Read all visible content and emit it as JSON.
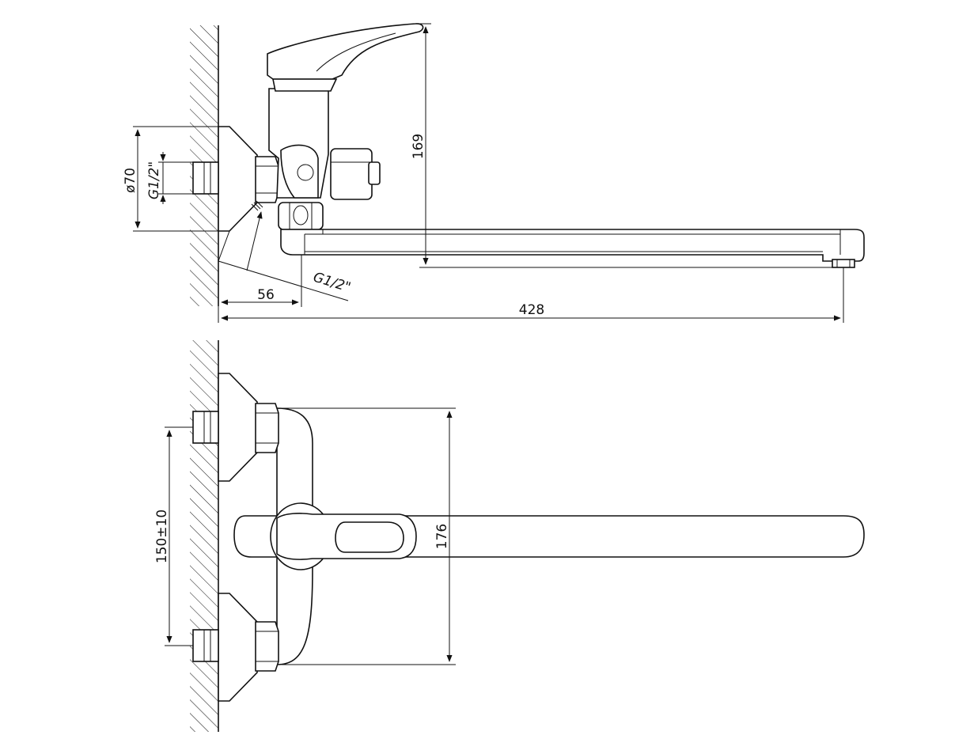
{
  "side_view": {
    "dim_height": "169",
    "dim_diameter": "ø70",
    "dim_thread_inlet": "G1/2\"",
    "dim_thread_outlet": "G1/2\"",
    "dim_offset": "56",
    "dim_spout_length": "428"
  },
  "front_view": {
    "dim_centers": "150±10",
    "dim_height": "176"
  }
}
